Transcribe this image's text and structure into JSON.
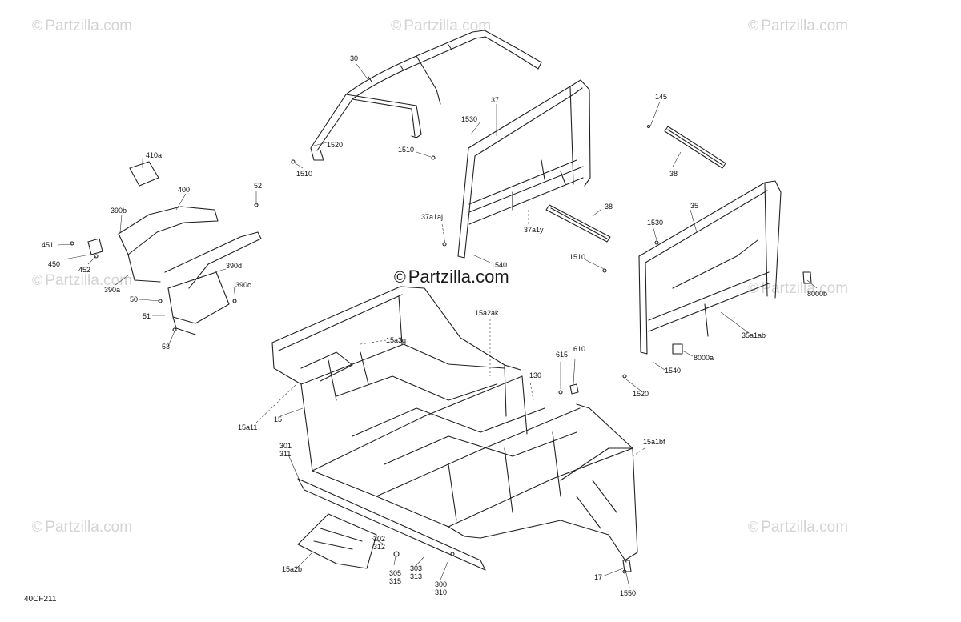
{
  "watermark": {
    "symbol": "©",
    "text": "Partzilla.com"
  },
  "diagram_code": "40CF211",
  "callouts": {
    "c30": "30",
    "c37": "37",
    "c145": "145",
    "c1530a": "1530",
    "c1520a": "1520",
    "c1510a": "1510",
    "c1510b": "1510",
    "c38a": "38",
    "c410a": "410a",
    "c400": "400",
    "c52": "52",
    "c390b": "390b",
    "c451": "451",
    "c450": "450",
    "c452": "452",
    "c390d": "390d",
    "c390c": "390c",
    "c390a": "390a",
    "c50": "50",
    "c51": "51",
    "c53": "53",
    "c37a1aj": "37a1aj",
    "c37a1y": "37a1y",
    "c38b": "38",
    "c1530b": "1530",
    "c35": "35",
    "c1540a": "1540",
    "c1510c": "1510",
    "c8000b": "8000b",
    "c15a2ak": "15a2ak",
    "c15a3q": "15a3q",
    "c35a1ab": "35a1ab",
    "c8000a": "8000a",
    "c1540b": "1540",
    "c1520b": "1520",
    "c130": "130",
    "c615": "615",
    "c610": "610",
    "c15a11": "15a11",
    "c15": "15",
    "c301": "301",
    "c311": "311",
    "c15a1bf": "15a1bf",
    "c302": "302",
    "c312": "312",
    "c15a2b": "15a2b",
    "c305": "305",
    "c315": "315",
    "c303": "303",
    "c313": "313",
    "c300": "300",
    "c310": "310",
    "c17": "17",
    "c1550": "1550"
  }
}
